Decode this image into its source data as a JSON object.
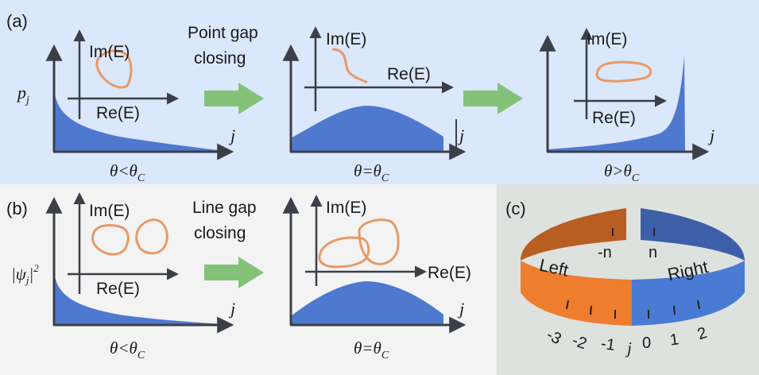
{
  "colors": {
    "panel_a_bg": "#dbe7fa",
    "panel_b_bg": "#f3f3f3",
    "panel_c_bg": "#dde2df",
    "fill_blue": "#4f79cf",
    "curve_orange": "#e79a67",
    "arrow_green": "#84c27a",
    "axis": "#3b3f47",
    "ring_left_top": "#b85e22",
    "ring_left_bottom": "#ee7d2e",
    "ring_right_top": "#3d5fa8",
    "ring_right_bottom": "#4a7bd4"
  },
  "panel_a": {
    "label": "(a)",
    "ylabel": "p",
    "ylabel_sub": "j",
    "transition": [
      "Point gap",
      "closing"
    ],
    "plots": [
      {
        "im": "Im(E)",
        "re": "Re(E)",
        "x": "j",
        "condition": "θ<θ",
        "condition_sub": "C"
      },
      {
        "im": "Im(E)",
        "re": "Re(E)",
        "x": "j",
        "condition": "θ=θ",
        "condition_sub": "C"
      },
      {
        "im": "Im(E)",
        "re": "Re(E)",
        "x": "j",
        "condition": "θ>θ",
        "condition_sub": "C"
      }
    ]
  },
  "panel_b": {
    "label": "(b)",
    "ylabel": "|ψ",
    "ylabel_sub": "j",
    "ylabel_close": "|",
    "ylabel_sup": "2",
    "transition": [
      "Line gap",
      "closing"
    ],
    "plots": [
      {
        "im": "Im(E)",
        "re": "Re(E)",
        "x": "j",
        "condition": "θ<θ",
        "condition_sub": "C"
      },
      {
        "im": "Im(E)",
        "re": "Re(E)",
        "x": "j",
        "condition": "θ=θ",
        "condition_sub": "C"
      }
    ]
  },
  "panel_c": {
    "label": "(c)",
    "left_label": "Left",
    "right_label": "Right",
    "top_left_tick": "-n",
    "top_right_tick": "n",
    "ticks_left": [
      "-3",
      "-2",
      "-1"
    ],
    "ticks_right": [
      "0",
      "1",
      "2"
    ],
    "index_label": "j"
  }
}
